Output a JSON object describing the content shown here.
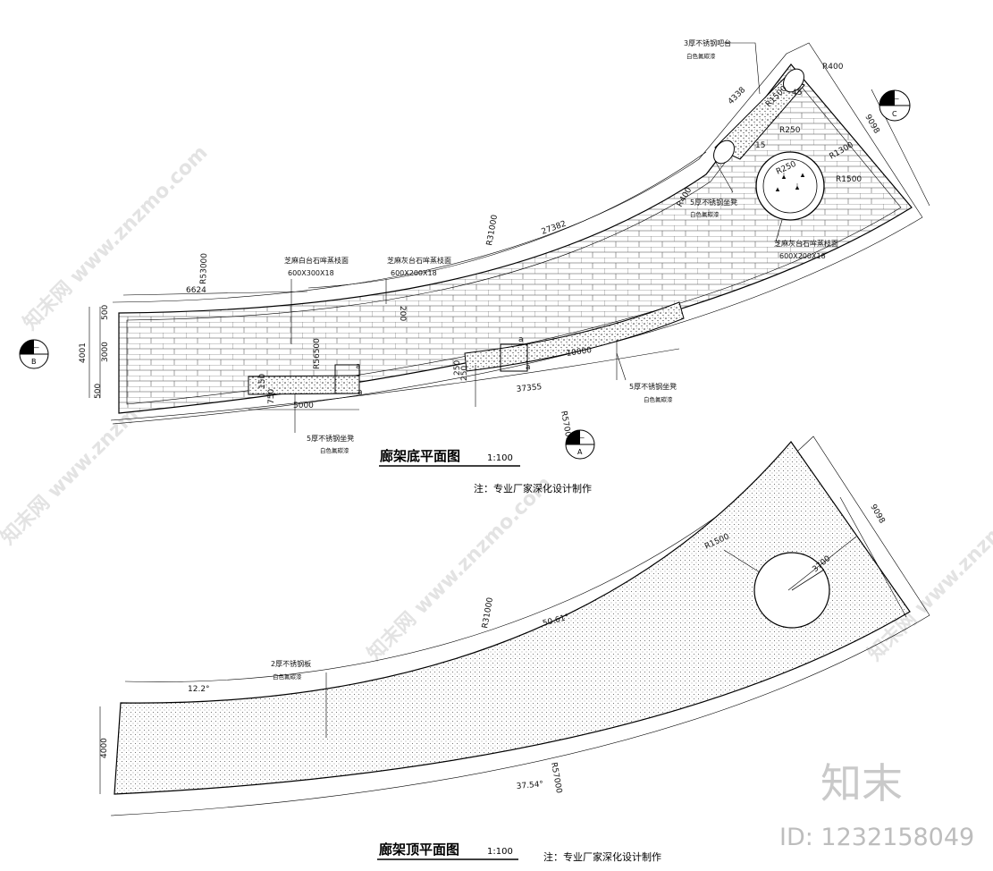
{
  "plan_bottom": {
    "title": "廊架底平面图",
    "scale": "1:100",
    "note": "注：专业厂家深化设计制作",
    "dimensions": {
      "d6624": "6624",
      "d27382": "27382",
      "d37355": "37355",
      "d4001": "4001",
      "d3000": "3000",
      "d500a": "500",
      "d500b": "500",
      "d5000": "5000",
      "d10000": "10000",
      "d9098": "9098",
      "d4338": "4338",
      "d200": "200",
      "d150": "150",
      "d750": "750",
      "d250a": "250",
      "d250b": "250",
      "r53000": "R53000",
      "r31000": "R31000",
      "r57000": "R57000",
      "r56500": "R56500",
      "r400a": "R400",
      "r400b": "R400",
      "r1500a": "R1500",
      "r1500b": "R1500",
      "r1300": "R1300",
      "r250a": "R250",
      "r250b": "R250",
      "d15": "15",
      "d45": "45"
    },
    "labels": {
      "stone_top_1": "芝麻白台石哞蒸枝面",
      "stone_top_1_size": "600X300X18",
      "stone_top_2": "芝麻灰台石哞蒸枝面",
      "stone_top_2_size": "600X200X18",
      "stone_right": "芝麻灰台石哞蒸枝面",
      "stone_right_size": "600X200X18",
      "steel_platform": "3厚不锈钢吧台",
      "steel_platform_paint": "白色氟碳漆",
      "steel_seat_top": "5厚不锈钢坐凳",
      "steel_seat_top_paint": "白色氟碳漆",
      "steel_seat_left": "5厚不锈钢坐凳",
      "steel_seat_left_paint": "白色氟碳漆",
      "steel_seat_right": "5厚不锈钢坐凳",
      "steel_seat_right_paint": "白色氟碳漆",
      "mark_a1": "a",
      "mark_a2": "a",
      "mark_a3": "a",
      "mark_a4": "a"
    },
    "section_marks": {
      "b": "B",
      "a": "A",
      "c": "C",
      "dash": "—"
    }
  },
  "plan_top": {
    "title": "廊架顶平面图",
    "scale": "1:100",
    "note": "注：专业厂家深化设计制作",
    "dimensions": {
      "a122": "12.2°",
      "a5061": "50.61°",
      "a3754": "37.54°",
      "r31000": "R31000",
      "r57000": "R57000",
      "d4000": "4000",
      "d9098": "9098",
      "r1500": "R1500",
      "d3700": "3700"
    },
    "labels": {
      "steel_plate": "2厚不锈钢板",
      "steel_plate_paint": "白色氟碳漆"
    }
  },
  "branding": {
    "logo": "知末",
    "id": "ID: 1232158049",
    "watermark": "知末网 www.znzmo.com"
  }
}
